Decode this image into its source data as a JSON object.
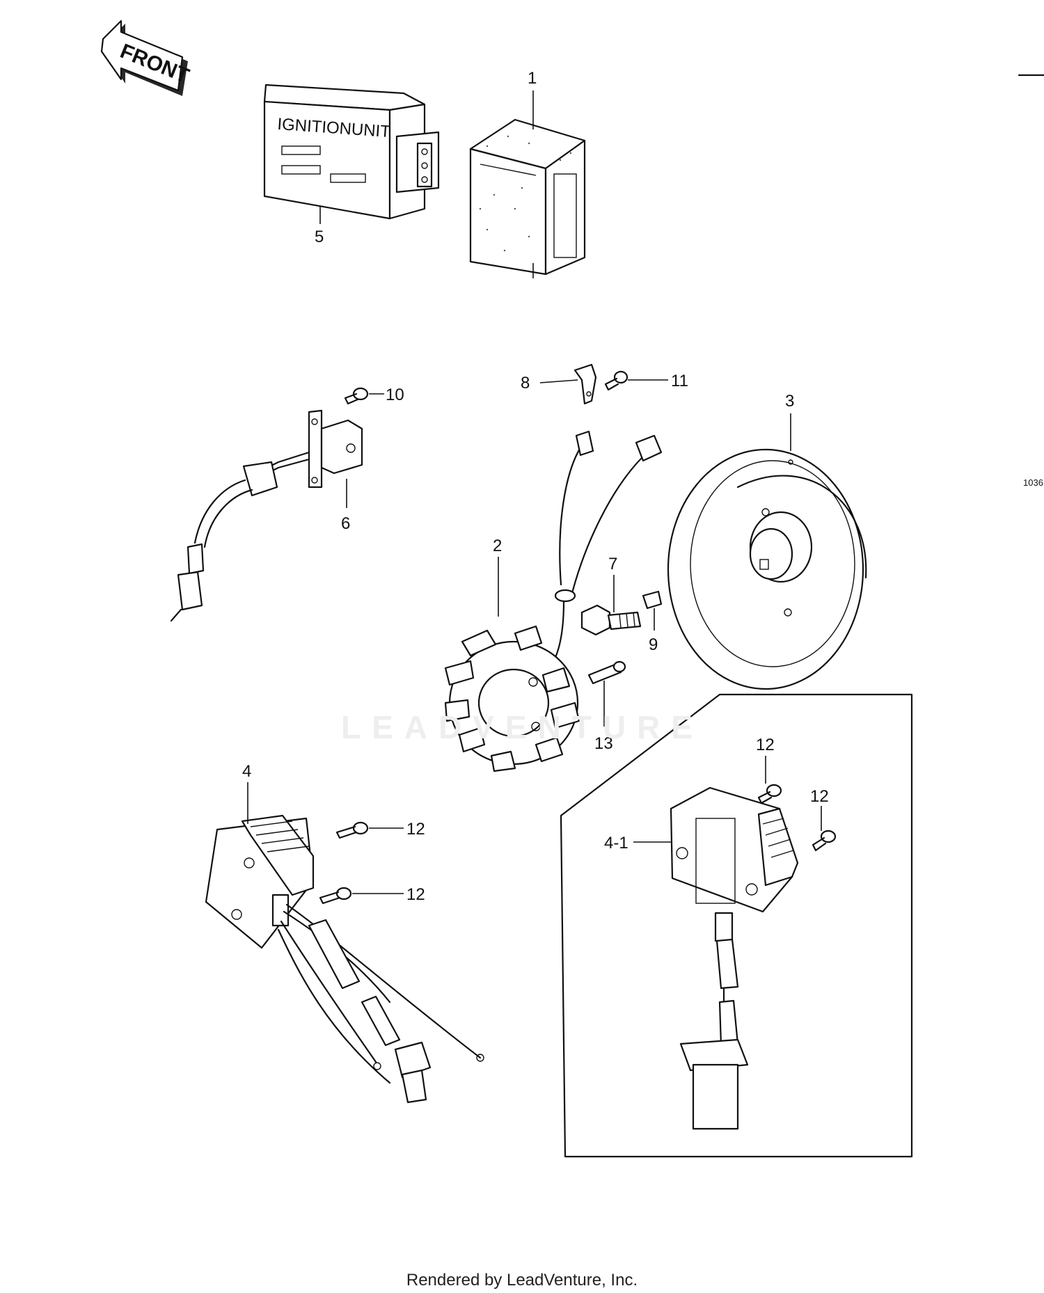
{
  "front_label": "FRONT",
  "ignition_label": "IGNITIONUNIT",
  "callouts": {
    "c1": "1",
    "c2": "2",
    "c3": "3",
    "c4": "4",
    "c4_1": "4-1",
    "c5": "5",
    "c6": "6",
    "c7": "7",
    "c8": "8",
    "c9": "9",
    "c10": "10",
    "c11": "11",
    "c12a": "12",
    "c12b": "12",
    "c12c": "12",
    "c12d": "12",
    "c13": "13"
  },
  "watermark": "LEADVENTURE",
  "figure_code": "1036",
  "footer": "Rendered by LeadVenture, Inc."
}
